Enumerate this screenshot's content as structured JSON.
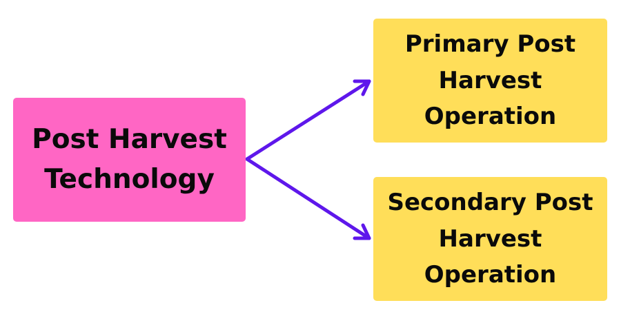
{
  "diagram": {
    "root": {
      "label": "Post Harvest\nTechnology",
      "color": "#ff66c4"
    },
    "children": [
      {
        "label": "Primary Post\nHarvest\nOperation",
        "color": "#ffde59"
      },
      {
        "label": "Secondary Post\nHarvest\nOperation",
        "color": "#ffde59"
      }
    ],
    "arrow_color": "#5e17eb"
  }
}
